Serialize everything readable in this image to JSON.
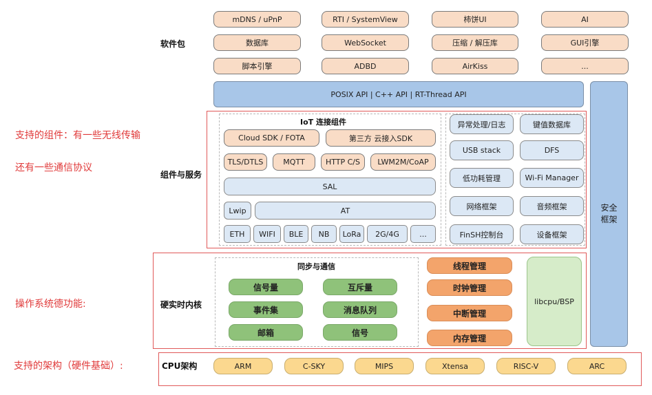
{
  "notes": {
    "components_1": "支持的组件：有一些无线传输",
    "components_2": "还有一些通信协议",
    "kernel": "操作系统德功能:",
    "arch": "支持的架构（硬件基础）:"
  },
  "labels": {
    "software": "软件包",
    "components": "组件与服务",
    "kernel": "硬实时内核",
    "cpu": "CPU架构"
  },
  "packages": [
    "mDNS / uPnP",
    "RTI / SystemView",
    "柿饼UI",
    "AI",
    "数据库",
    "WebSocket",
    "压缩 / 解压库",
    "GUI引擎",
    "脚本引擎",
    "ADBD",
    "AirKiss",
    "..."
  ],
  "posix": "POSIX API  |  C++ API  |  RT-Thread API",
  "security": [
    "安全",
    "框架"
  ],
  "iot": {
    "title": "IoT 连接组件",
    "cloud": "Cloud SDK / FOTA",
    "thirdparty": "第三方 云接入SDK",
    "protocols": [
      "TLS/DTLS",
      "MQTT",
      "HTTP C/S",
      "LWM2M/CoAP"
    ],
    "sal": "SAL",
    "lwip": "Lwip",
    "at": "AT",
    "links": [
      "ETH",
      "WIFI",
      "BLE",
      "NB",
      "LoRa",
      "2G/4G",
      "..."
    ]
  },
  "services": [
    "异常处理/日志",
    "键值数据库",
    "USB stack",
    "DFS",
    "低功耗管理",
    "Wi-Fi Manager",
    "网络框架",
    "音频框架",
    "FinSH控制台",
    "设备框架"
  ],
  "kernel": {
    "sync_title": "同步与通信",
    "sync": [
      "信号量",
      "互斥量",
      "事件集",
      "消息队列",
      "邮箱",
      "信号"
    ],
    "mgmt": [
      "线程管理",
      "时钟管理",
      "中断管理",
      "内存管理"
    ],
    "bsp": "libcpu/BSP"
  },
  "cpus": [
    "ARM",
    "C-SKY",
    "MIPS",
    "Xtensa",
    "RISC-V",
    "ARC"
  ]
}
